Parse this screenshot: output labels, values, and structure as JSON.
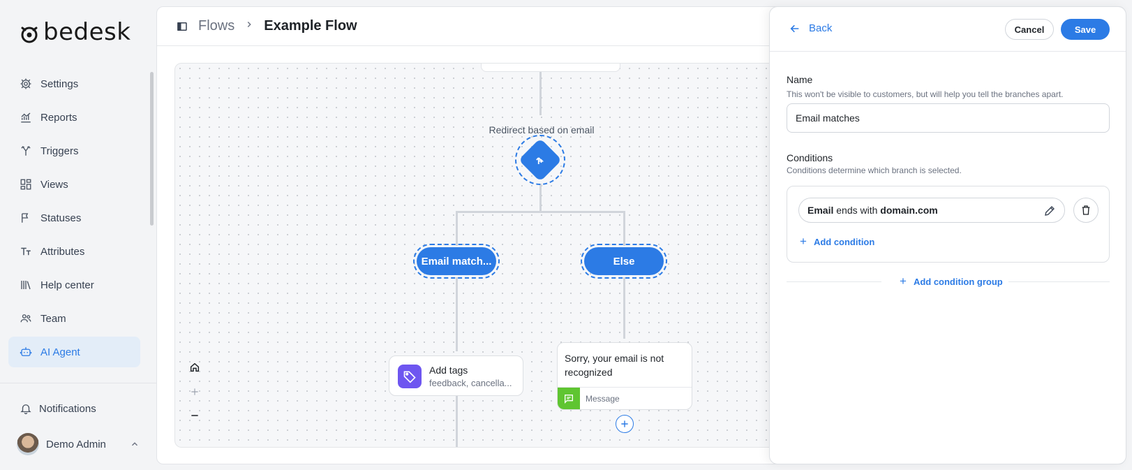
{
  "brand": {
    "name": "bedesk",
    "accent": "#2c7be5"
  },
  "sidebar": {
    "items": [
      {
        "label": "Settings",
        "icon": "gear-icon"
      },
      {
        "label": "Reports",
        "icon": "chart-icon"
      },
      {
        "label": "Triggers",
        "icon": "trigger-icon"
      },
      {
        "label": "Views",
        "icon": "views-icon"
      },
      {
        "label": "Statuses",
        "icon": "flag-icon"
      },
      {
        "label": "Attributes",
        "icon": "text-size-icon"
      },
      {
        "label": "Help center",
        "icon": "library-icon"
      },
      {
        "label": "Team",
        "icon": "team-icon"
      },
      {
        "label": "AI Agent",
        "icon": "bot-icon",
        "active": true
      }
    ],
    "notifications_label": "Notifications",
    "user_name": "Demo Admin"
  },
  "header": {
    "crumb_root": "Flows",
    "crumb_current": "Example Flow"
  },
  "flow": {
    "redirect_label": "Redirect based on email",
    "branch_left": "Email match...",
    "branch_right": "Else",
    "tags_title": "Add tags",
    "tags_subtitle": "feedback, cancella...",
    "message_text": "Sorry, your email is not recognized",
    "message_type": "Message"
  },
  "panel": {
    "back_label": "Back",
    "cancel_label": "Cancel",
    "save_label": "Save",
    "name_label": "Name",
    "name_help": "This won't be visible to customers, but will help you tell the branches apart.",
    "name_value": "Email matches",
    "conditions_label": "Conditions",
    "conditions_help": "Conditions determine which branch is selected.",
    "condition": {
      "field": "Email",
      "operator": "ends with",
      "value": "domain.com"
    },
    "add_condition": "Add condition",
    "add_condition_group": "Add condition group"
  }
}
